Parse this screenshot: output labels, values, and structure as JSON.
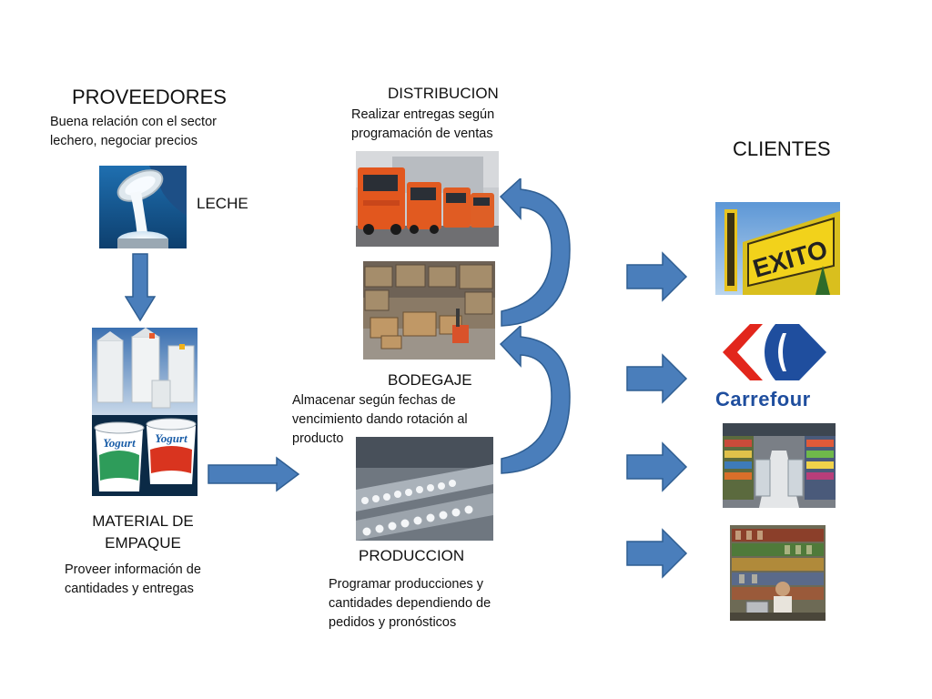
{
  "proveedores": {
    "title": "PROVEEDORES",
    "desc": "Buena relación con el sector lechero, negociar precios",
    "input_label": "LECHE"
  },
  "material": {
    "title": "MATERIAL DE EMPAQUE",
    "desc": "Proveer información de cantidades y entregas",
    "yogurt_text": "Yogurt"
  },
  "distribucion": {
    "title": "DISTRIBUCION",
    "desc": "Realizar entregas según programación de ventas"
  },
  "bodegaje": {
    "title": "BODEGAJE",
    "desc": "Almacenar según fechas de vencimiento dando rotación al producto"
  },
  "produccion": {
    "title": "PRODUCCION",
    "desc": "Programar producciones y cantidades dependiendo de pedidos y pronósticos"
  },
  "clientes": {
    "title": "CLIENTES",
    "exito_sign": "EXITO",
    "carrefour_name": "Carrefour"
  },
  "colors": {
    "arrow_fill": "#4a7ebb",
    "arrow_stroke": "#2f5e92",
    "carrefour_blue": "#1f4e9e",
    "carrefour_red": "#e2261c",
    "exito_yellow": "#f2d21b"
  }
}
